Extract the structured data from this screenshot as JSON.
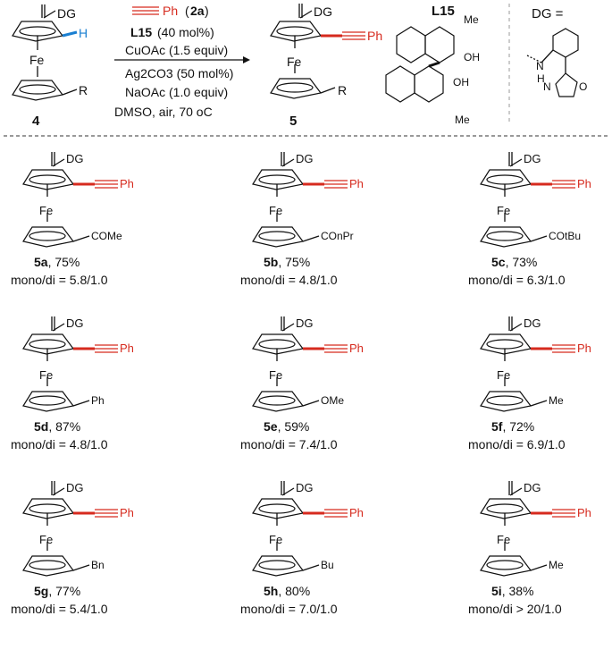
{
  "reaction": {
    "reagent_top": "Ph",
    "reagent_id": "2a",
    "catalyst": "L15",
    "catalyst_loading": "(40 mol%)",
    "cond_line2": "CuOAc (1.5 equiv)",
    "cond_line3": "Ag2CO3 (50 mol%)",
    "cond_line4": "NaOAc (1.0 equiv)",
    "cond_line5": "DMSO, air, 70 oC",
    "sm_label": "4",
    "product_label": "5",
    "dg": "DG",
    "fe": "Fe",
    "r": "R",
    "h": "H",
    "ph": "Ph"
  },
  "ligand": {
    "name": "L15",
    "me": "Me",
    "oh": "OH"
  },
  "dg_def": {
    "title": "DG =",
    "n": "N",
    "h": "H",
    "o": "O"
  },
  "products": [
    {
      "id": "5a",
      "yield": ", 75%",
      "ratio": "mono/di = 5.8/1.0",
      "sub": "COMe"
    },
    {
      "id": "5b",
      "yield": ", 75%",
      "ratio": "mono/di = 4.8/1.0",
      "sub": "COnPr"
    },
    {
      "id": "5c",
      "yield": ", 73%",
      "ratio": "mono/di = 6.3/1.0",
      "sub": "COtBu"
    },
    {
      "id": "5d",
      "yield": ", 87%",
      "ratio": "mono/di = 4.8/1.0",
      "sub": "Ph"
    },
    {
      "id": "5e",
      "yield": ", 59%",
      "ratio": "mono/di = 7.4/1.0",
      "sub": "OMe"
    },
    {
      "id": "5f",
      "yield": ", 72%",
      "ratio": "mono/di = 6.9/1.0",
      "sub": "Me"
    },
    {
      "id": "5g",
      "yield": ", 77%",
      "ratio": "mono/di = 5.4/1.0",
      "sub": "Bn"
    },
    {
      "id": "5h",
      "yield": ", 80%",
      "ratio": "mono/di = 7.0/1.0",
      "sub": "Bu"
    },
    {
      "id": "5i",
      "yield": ", 38%",
      "ratio": "mono/di > 20/1.0",
      "sub": "Me"
    }
  ]
}
